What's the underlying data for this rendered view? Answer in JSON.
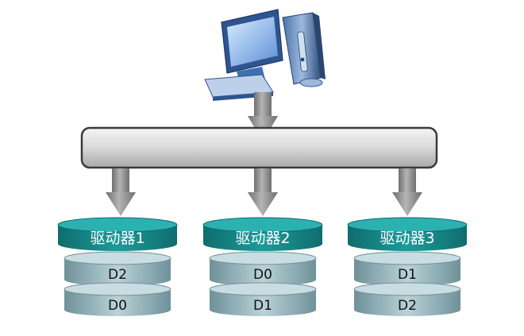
{
  "diagram": {
    "icon": "desktop-computer-icon",
    "drives": [
      {
        "label": "驱动器1",
        "blocks": [
          "D2",
          "D0"
        ]
      },
      {
        "label": "驱动器2",
        "blocks": [
          "D0",
          "D1"
        ]
      },
      {
        "label": "驱动器3",
        "blocks": [
          "D1",
          "D2"
        ]
      }
    ],
    "colors": {
      "drive_header": "#1f8f8f",
      "block": "#9fbcc3",
      "bus": "#d6d6d6",
      "arrow": "#8a8a8a",
      "monitor": "#3f6fb0"
    }
  }
}
